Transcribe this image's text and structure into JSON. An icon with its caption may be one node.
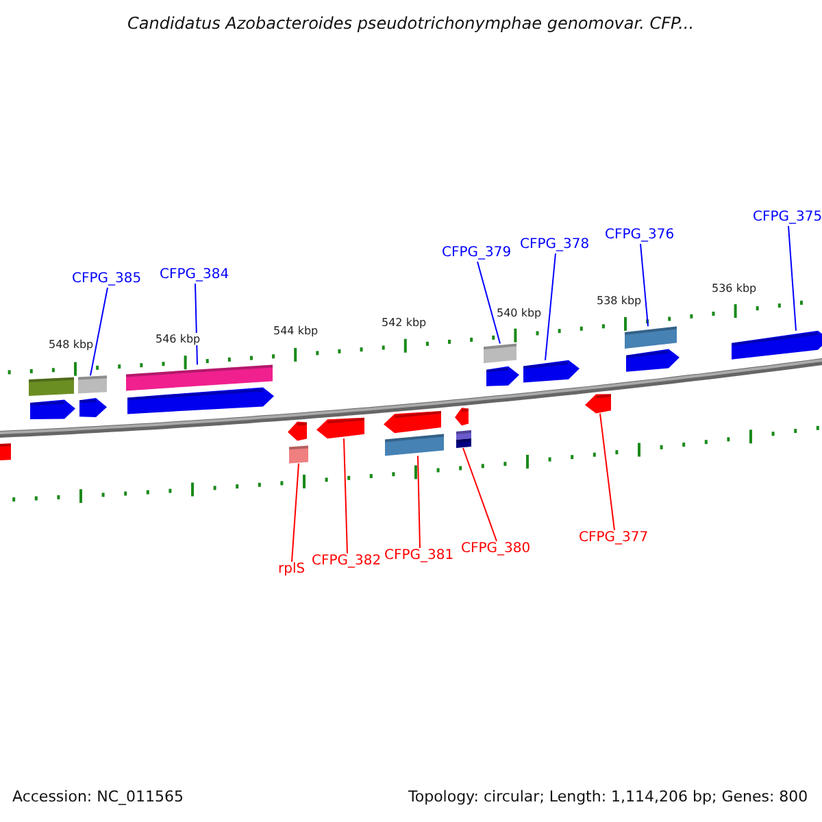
{
  "diagram": {
    "title": "Candidatus Azobacteroides pseudotrichonymphae genomovar. CFP...",
    "nodes": [
      {
        "text": [
          "CFPG_385"
        ]
      },
      {
        "text": [
          "CFPG_384"
        ]
      },
      {
        "text": [
          "CFPG_379"
        ]
      },
      {
        "text": [
          "CFPG_378"
        ]
      },
      {
        "text": [
          "CFPG_376"
        ]
      },
      {
        "text": [
          "CFPG_375"
        ]
      },
      {
        "text": [
          "rplS"
        ]
      },
      {
        "text": [
          "CFPG_382"
        ]
      },
      {
        "text": [
          "CFPG_381"
        ]
      },
      {
        "text": [
          "CFPG_380"
        ]
      },
      {
        "text": [
          "CFPG_377"
        ]
      },
      {
        "text": [],
        "shape": "box"
      },
      {
        "text": [],
        "shape": "box"
      },
      {
        "text": [],
        "shape": "arrow"
      },
      {
        "text": [],
        "shape": "box"
      },
      {
        "text": [],
        "shape": "arrow"
      },
      {
        "text": [],
        "shape": "box"
      },
      {
        "text": [],
        "shape": "arrow"
      },
      {
        "text": [],
        "shape": "arrow"
      },
      {
        "text": [],
        "shape": "box"
      },
      {
        "text": [],
        "shape": "arrow"
      },
      {
        "text": [],
        "shape": "arrow"
      },
      {
        "text": [],
        "shape": "box"
      },
      {
        "text": [],
        "shape": "arrow"
      },
      {
        "text": [],
        "shape": "box"
      },
      {
        "text": [],
        "shape": "box"
      },
      {
        "text": [],
        "shape": "box"
      },
      {
        "text": [],
        "shape": "arrow"
      },
      {
        "text": [],
        "shape": "arrow"
      },
      {
        "text": [],
        "shape": "arrow"
      },
      {
        "text": [],
        "shape": "box"
      },
      {
        "text": [],
        "shape": "arrow"
      },
      {
        "text": [],
        "shape": "arrow"
      }
    ],
    "edges": [
      {
        "from": 0,
        "to": 14,
        "arrow": "none"
      },
      {
        "from": 1,
        "to": 16,
        "arrow": "none"
      },
      {
        "from": 2,
        "to": 26,
        "arrow": "none"
      },
      {
        "from": 3,
        "to": 28,
        "arrow": "none"
      },
      {
        "from": 4,
        "to": 30,
        "arrow": "none"
      },
      {
        "from": 5,
        "to": 32,
        "arrow": "none"
      },
      {
        "from": 6,
        "to": 19,
        "arrow": "none",
        "color": "#ff0000"
      },
      {
        "from": 7,
        "to": 20,
        "arrow": "none",
        "color": "#ff0000"
      },
      {
        "from": 8,
        "to": 22,
        "arrow": "none",
        "color": "#ff0000"
      },
      {
        "from": 9,
        "to": 25,
        "arrow": "none",
        "color": "#ff0000"
      },
      {
        "from": 10,
        "to": 29,
        "arrow": "none",
        "color": "#ff0000"
      }
    ],
    "labels": [
      "548 kbp",
      "546 kbp",
      "544 kbp",
      "542 kbp",
      "540 kbp",
      "538 kbp",
      "536 kbp",
      "Accession: NC_011565",
      "Topology: circular; Length: 1,114,206 bp; Genes: 800"
    ]
  }
}
